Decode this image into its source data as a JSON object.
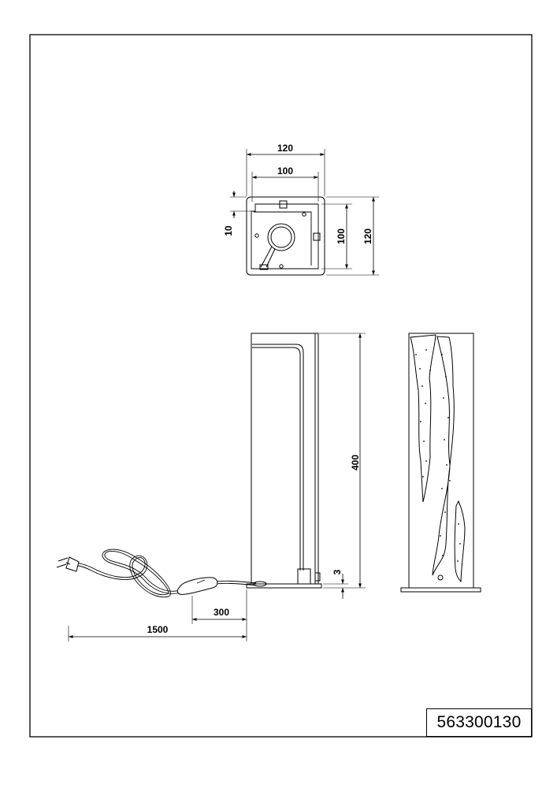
{
  "part_number": "563300130",
  "dimensions": {
    "top_outer_width": "120",
    "top_inner_width": "100",
    "top_wall_offset": "10",
    "top_inner_depth": "100",
    "top_outer_depth": "120",
    "height": "400",
    "base_thickness": "3",
    "cable_to_switch": "300",
    "cable_total": "1500"
  }
}
